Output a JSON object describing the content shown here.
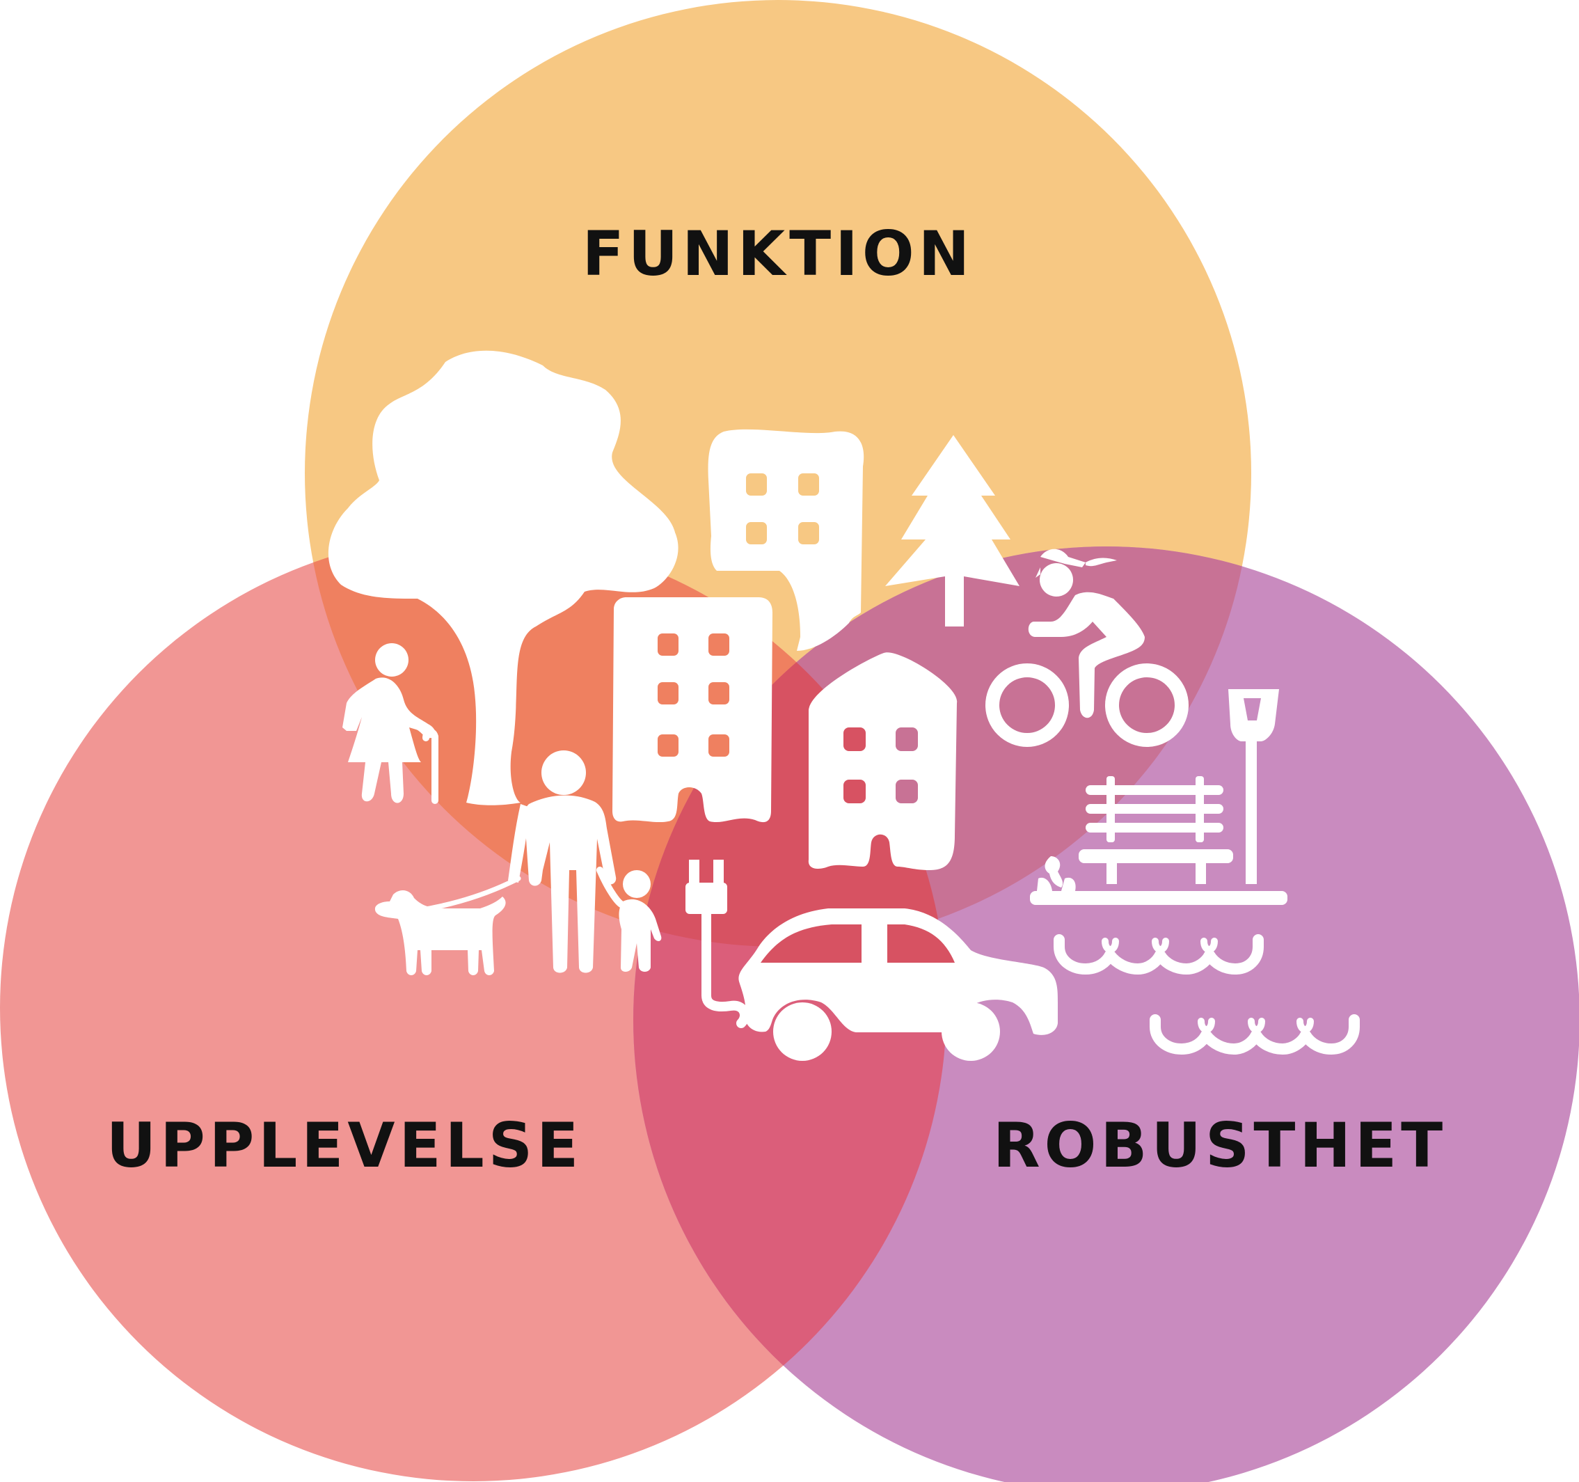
{
  "diagram": {
    "type": "venn",
    "sets": [
      {
        "key": "funktion",
        "label": "FUNKTION",
        "color": "#f7c883"
      },
      {
        "key": "upplevelse",
        "label": "UPPLEVELSE",
        "color": "#f19694"
      },
      {
        "key": "robusthet",
        "label": "ROBUSTHET",
        "color": "#c98bbf"
      }
    ],
    "overlap_colors": {
      "funktion_upplevelse": "#ef8060",
      "funktion_robusthet": "#c87295",
      "upplevelse_robusthet": "#db5e7a",
      "all": "#d75262"
    },
    "icons": [
      "tree-icon",
      "apartment-building-icon",
      "tall-building-icon",
      "pine-tree-icon",
      "cyclist-icon",
      "house-icon",
      "elderly-person-icon",
      "person-icon",
      "child-icon",
      "dog-icon",
      "ev-charger-icon",
      "car-icon",
      "lamppost-icon",
      "bench-icon",
      "plant-icon",
      "water-waves-icon"
    ]
  }
}
